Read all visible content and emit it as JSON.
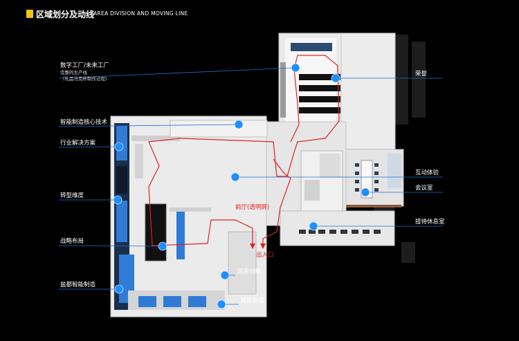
{
  "header": {
    "title_cn": "区域划分及动线",
    "title_en": "AREA DIVISION AND MOVING LINE"
  },
  "left_labels": [
    {
      "key": "digital",
      "text": "数字工厂/未来工厂"
    },
    {
      "key": "core",
      "text": "智能制造核心技术"
    },
    {
      "key": "industry",
      "text": "行业解决方案"
    },
    {
      "key": "transform",
      "text": "转型维度"
    },
    {
      "key": "strategy",
      "text": "战略布局"
    },
    {
      "key": "yancheng",
      "text": "盐都智能制造"
    }
  ],
  "digital_sub": [
    "完整的生产线",
    "（礼品马克杯制作过程）"
  ],
  "right_labels": [
    {
      "key": "honor",
      "text": "荣誉"
    },
    {
      "key": "interactive",
      "text": "互动体验"
    },
    {
      "key": "meeting",
      "text": "会议室"
    },
    {
      "key": "reception",
      "text": "接待休息室"
    }
  ],
  "bottom_labels": [
    {
      "key": "national",
      "text": "国家战略"
    },
    {
      "key": "smart",
      "text": "智能制造"
    }
  ],
  "hall_label": "前厅(透明屏)",
  "entrance_label": "出入口",
  "colors": {
    "accent_yellow": "#f2c21b",
    "marker_blue": "#1e8fff",
    "route_red": "#e02020",
    "leader_blue": "#1a6fd6"
  }
}
